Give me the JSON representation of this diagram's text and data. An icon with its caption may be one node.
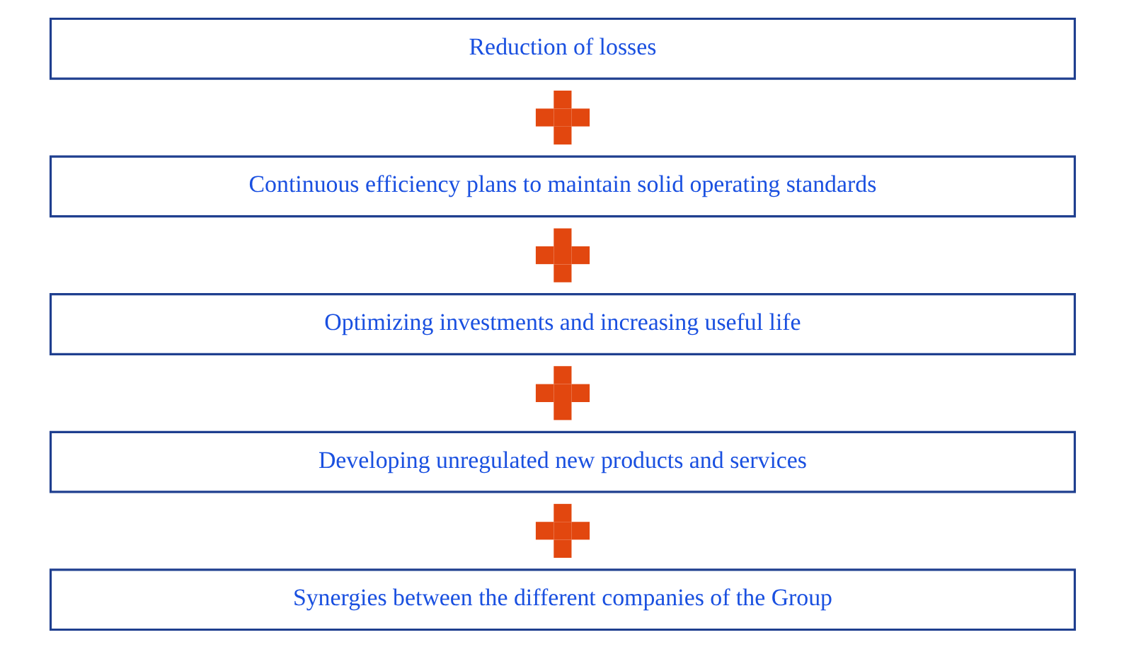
{
  "diagram": {
    "nodes": [
      {
        "text": [
          "Reduction of losses"
        ]
      },
      {
        "text": [],
        "shape": "plus"
      },
      {
        "text": [
          "Continuous efficiency plans to maintain solid operating standards"
        ]
      },
      {
        "text": [],
        "shape": "plus"
      },
      {
        "text": [
          "Optimizing investments and increasing useful life"
        ]
      },
      {
        "text": [],
        "shape": "plus"
      },
      {
        "text": [
          "Developing unregulated new products and services"
        ]
      },
      {
        "text": [],
        "shape": "plus"
      },
      {
        "text": [
          "Synergies between the different companies of the Group"
        ]
      }
    ]
  }
}
